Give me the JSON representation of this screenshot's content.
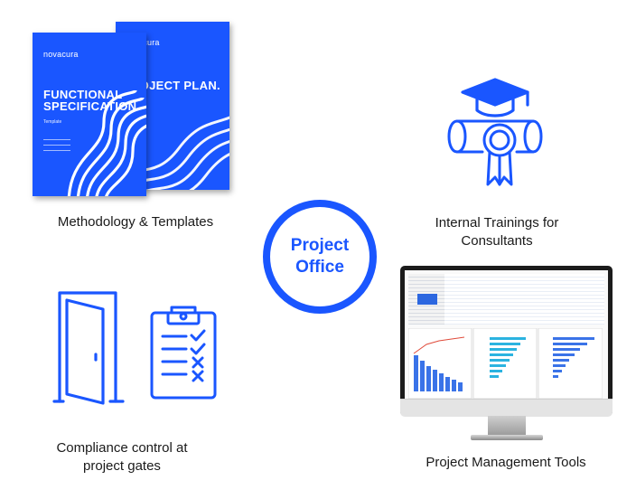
{
  "center": {
    "line1": "Project",
    "line2": "Office"
  },
  "captions": {
    "methodology": "Methodology & Templates",
    "trainings_line1": "Internal Trainings for",
    "trainings_line2": "Consultants",
    "compliance_line1": "Compliance control at",
    "compliance_line2": "project gates",
    "tools": "Project Management Tools"
  },
  "docs": {
    "front": {
      "brand": "novacura",
      "title_line1": "FUNCTIONAL",
      "title_line2": "SPECIFICATION.",
      "subtitle": "Template"
    },
    "back": {
      "brand": "novacura",
      "title": "PROJECT PLAN."
    }
  },
  "colors": {
    "accent": "#1a56ff",
    "text": "#1a1a1a"
  },
  "icons": [
    "graduation-cap-icon",
    "diploma-scroll-icon",
    "door-icon",
    "clipboard-checklist-icon",
    "monitor-icon"
  ]
}
